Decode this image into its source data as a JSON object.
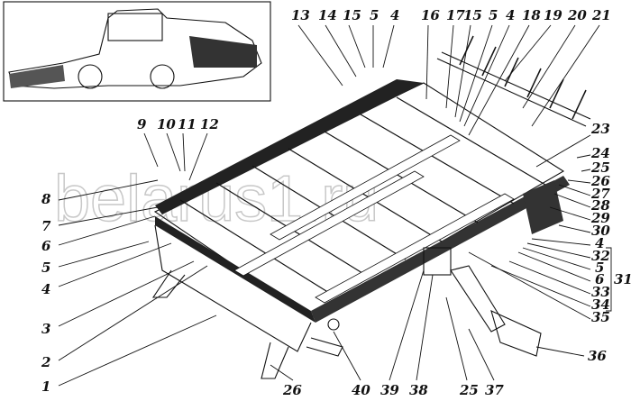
{
  "watermark": "belarus1.ru",
  "labels": {
    "top": [
      "13",
      "14",
      "15",
      "5",
      "4",
      "16",
      "17",
      "15",
      "5",
      "4",
      "18",
      "19",
      "20",
      "21"
    ],
    "left_top": [
      "9",
      "10",
      "11",
      "12"
    ],
    "left": [
      "8",
      "7",
      "6",
      "5",
      "4",
      "3",
      "2",
      "1"
    ],
    "bottom": [
      "26",
      "40",
      "39",
      "38",
      "25",
      "37"
    ],
    "right": [
      "23",
      "24",
      "25",
      "26",
      "27",
      "28",
      "29",
      "30",
      "4",
      "32",
      "5",
      "6",
      "33",
      "34",
      "35",
      "36"
    ],
    "group": "31"
  }
}
